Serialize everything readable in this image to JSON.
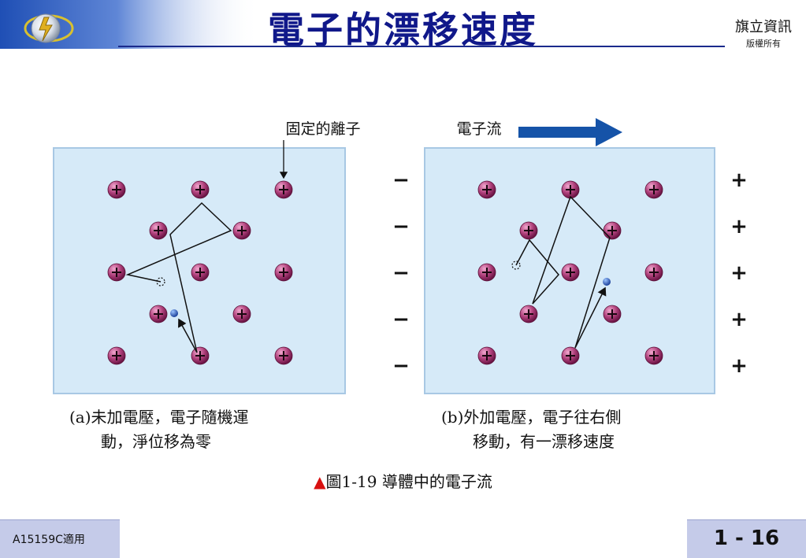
{
  "header": {
    "title": "電子的漂移速度",
    "publisher": "旗立資訊",
    "publisher_sub": "版權所有"
  },
  "diagram": {
    "label_fixed_ions": "固定的離子",
    "label_electron_flow": "電子流",
    "minus_sign": "−",
    "plus_sign": "+",
    "caption_a_line1": "(a)未加電壓，電子隨機運",
    "caption_a_line2": "動，淨位移為零",
    "caption_b_line1": "(b)外加電壓，電子往右側",
    "caption_b_line2": "移動，有一漂移速度",
    "colors": {
      "panel": "#d6eaf8",
      "ion": "#a0306a",
      "electron": "#1e50b4",
      "arrow": "#1553a8"
    }
  },
  "figure_caption": {
    "triangle": "▲",
    "text": "圖1-19  導體中的電子流"
  },
  "footer": {
    "left": "A15159C適用",
    "right": "1 - 16"
  }
}
